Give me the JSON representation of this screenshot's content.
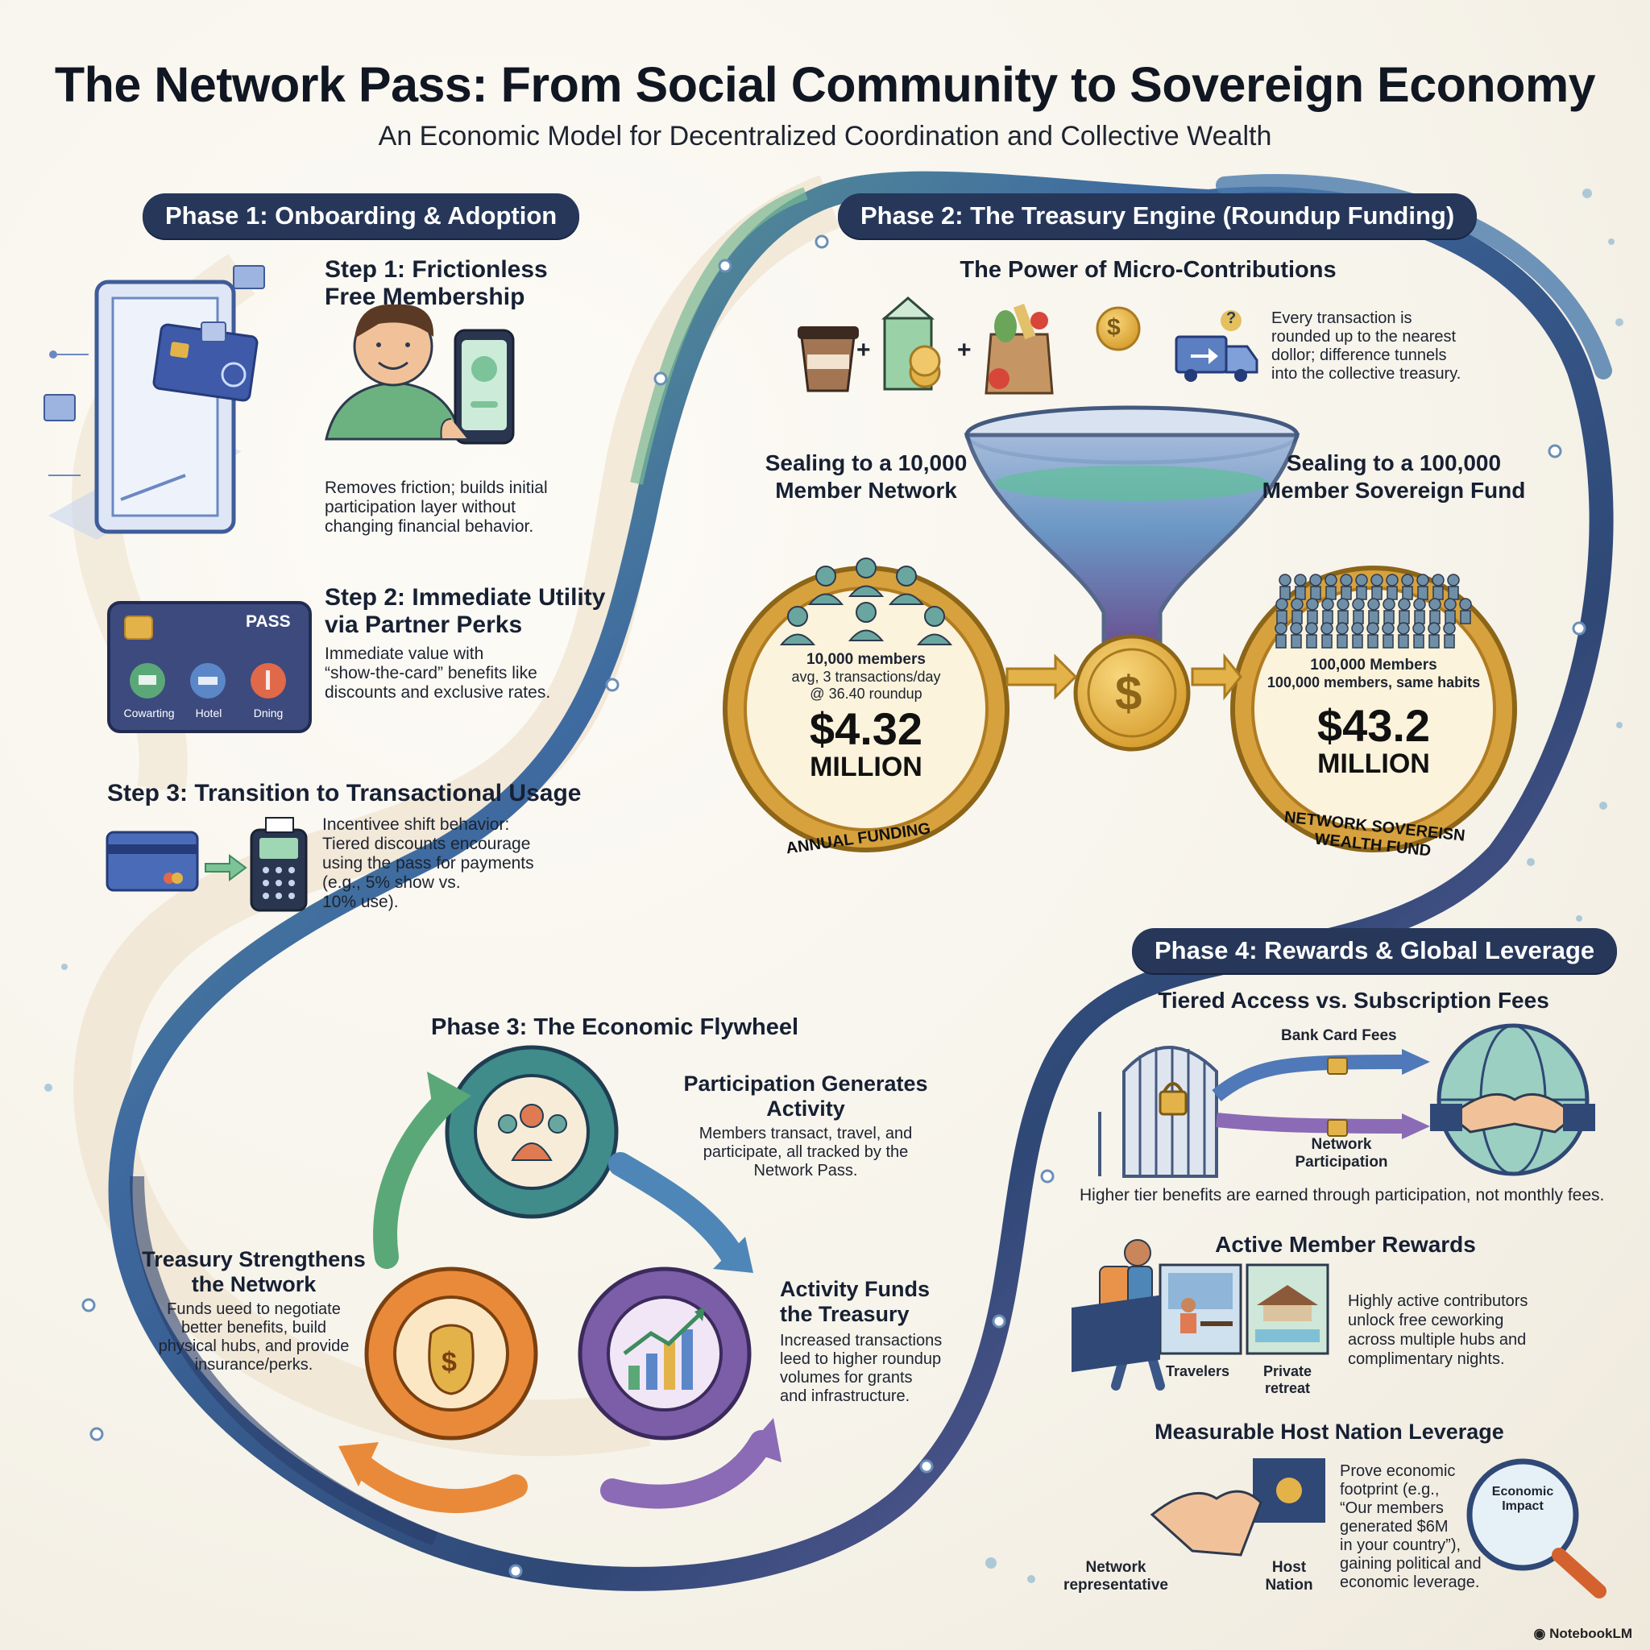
{
  "header": {
    "title": "The Network Pass: From Social Community to Sovereign Economy",
    "subtitle": "An Economic Model for Decentralized Coordination and Collective Wealth"
  },
  "phase1": {
    "label": "Phase 1: Onboarding & Adoption",
    "step1": {
      "title_line1": "Step 1: Frictionless",
      "title_line2": "Free Membership",
      "body": [
        "Removes friction; builds initial",
        "participation layer without",
        "changing financial behavior."
      ]
    },
    "step2": {
      "title_line1": "Step 2: Immediate Utility",
      "title_line2": "via Partner Perks",
      "body": [
        "Immediate value with",
        "“show-the-card” benefits like",
        "discounts and exclusive rates."
      ],
      "card": {
        "pass_label": "PASS",
        "perks": [
          "Cowarting",
          "Hotel",
          "Dning"
        ]
      }
    },
    "step3": {
      "title": "Step 3: Transition to Transactional Usage",
      "body": [
        "Incentivee shift behavior:",
        "Tiered discounts encourage",
        "using the pass for payments",
        "(e.g., 5% show vs.",
        "10% use)."
      ]
    }
  },
  "phase2": {
    "label": "Phase 2: The Treasury Engine (Roundup Funding)",
    "heading": "The Power of Micro-Contributions",
    "plus": "+",
    "dollar": "$",
    "question": "?",
    "roundup_text": [
      "Every transaction is",
      "rounded up to the nearest",
      "dollor; difference tunnels",
      "into the collective treasury."
    ],
    "left": {
      "heading_line1": "Sealing to a 10,000",
      "heading_line2": "Member Network",
      "members": "10,000 members",
      "detail_line1": "avg, 3 transactions/day",
      "detail_line2": "@ 36.40 roundup",
      "amount": "$4.32",
      "unit": "MILLION",
      "caption": "ANNUAL FUNDING"
    },
    "right": {
      "heading_line1": "Sealing to a 100,000",
      "heading_line2": "Member Sovereign Fund",
      "members": "100,000 Members",
      "detail_line1": "100,000 members, same habits",
      "amount": "$43.2",
      "unit": "MILLION",
      "caption_line1": "NETWORK SOVEREISN",
      "caption_line2": "WEALTH FUND"
    }
  },
  "phase3": {
    "label": "Phase 3: The Economic Flywheel",
    "participation": {
      "title_line1": "Participation Generates",
      "title_line2": "Activity",
      "body": [
        "Members transact, travel, and",
        "participate, all tracked by the",
        "Network Pass."
      ]
    },
    "activity": {
      "title_line1": "Activity Funds",
      "title_line2": "the Treasury",
      "body": [
        "Increased transactions",
        "leed to higher roundup",
        "volumes for grants",
        "and infrastructure."
      ]
    },
    "treasury": {
      "title_line1": "Treasury Strengthens",
      "title_line2": "the Network",
      "body": [
        "Funds ueed to negotiate",
        "better benefits, build",
        "physical hubs, and provide",
        "insurance/perks."
      ]
    },
    "bag_symbol": "$"
  },
  "phase4": {
    "label": "Phase 4: Rewards & Global Leverage",
    "tiered": {
      "heading": "Tiered Access vs. Subscription Fees",
      "bank_label": "Bank Card Fees",
      "network_label_line1": "Network",
      "network_label_line2": "Participation",
      "note": "Higher tier benefits are earned through participation, not monthly fees."
    },
    "rewards": {
      "heading": "Active Member Rewards",
      "img1_label": "Travelers",
      "img2_label_line1": "Private",
      "img2_label_line2": "retreat",
      "body": [
        "Highly active contributors",
        "unlock free ceworking",
        "across multiple hubs and",
        "complimentary nights."
      ]
    },
    "leverage": {
      "heading": "Measurable Host Nation Leverage",
      "rep_line1": "Network",
      "rep_line2": "representative",
      "host_line1": "Host",
      "host_line2": "Nation",
      "magnifier_line1": "Economic",
      "magnifier_line2": "Impact",
      "body": [
        "Prove economic",
        "footprint (e.g.,",
        "“Our members",
        "generated $6M",
        "in your country”),",
        "gaining political and",
        "economic leverage."
      ]
    }
  },
  "footer": {
    "brand": "NotebookLM"
  },
  "colors": {
    "navy": "#26375a",
    "teal": "#3f8c8a",
    "gold": "#e3b34a",
    "purple": "#7b5ea7",
    "orange": "#e98a3a",
    "green": "#5aa877"
  }
}
